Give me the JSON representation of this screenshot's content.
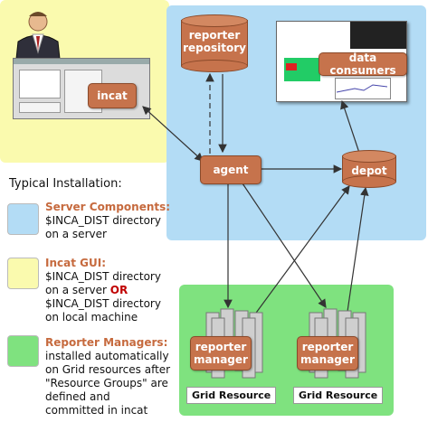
{
  "nodes": {
    "reporter_repository": "reporter repository",
    "incat": "incat",
    "agent": "agent",
    "depot": "depot",
    "data_consumers": "data consumers",
    "reporter_manager": "reporter manager"
  },
  "grid_resource_label": "Grid Resource",
  "legend": {
    "title": "Typical Installation:",
    "server": {
      "heading": "Server Components:",
      "text": "$INCA_DIST directory on a server",
      "color": "#b3dcf5"
    },
    "gui": {
      "heading": "Incat GUI:",
      "text_a": "$INCA_DIST directory on a server",
      "or": "OR",
      "text_b": "$INCA_DIST directory on local machine",
      "color": "#fafaae"
    },
    "managers": {
      "heading": "Reporter Managers:",
      "text": "installed automatically on Grid resources after \"Resource Groups\" are defined and committed in incat",
      "color": "#7fe27f"
    }
  },
  "colors": {
    "node_fill": "#c6734c",
    "node_border": "#8b4a2a",
    "legend_heading": "#c66a3e"
  }
}
